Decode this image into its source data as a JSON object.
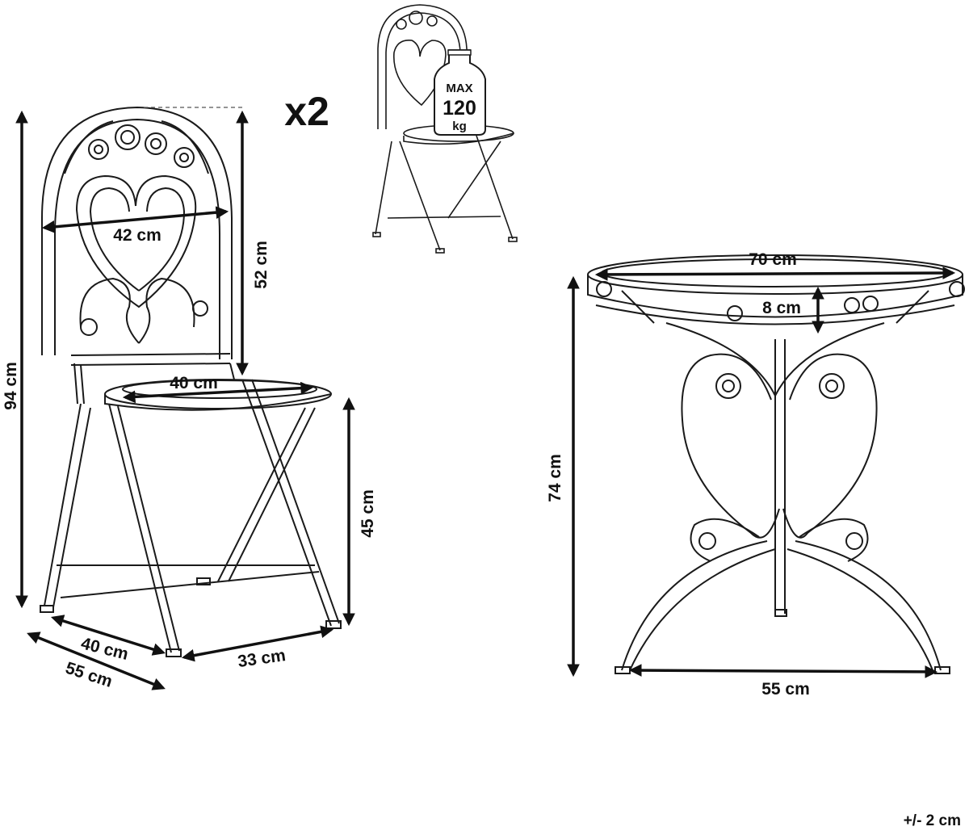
{
  "quantity_label": "x2",
  "load_label": {
    "line1": "MAX",
    "line2": "120",
    "line3": "kg"
  },
  "tolerance": "+/- 2 cm",
  "chair": {
    "total_height": "94 cm",
    "backrest_width": "42 cm",
    "backrest_height": "52 cm",
    "seat_width": "40 cm",
    "seat_height": "45 cm",
    "depth_folded": "40 cm",
    "depth_open": "55 cm",
    "leg_width": "33 cm"
  },
  "table": {
    "diameter": "70 cm",
    "apron_height": "8 cm",
    "height": "74 cm",
    "base_width": "55 cm"
  }
}
